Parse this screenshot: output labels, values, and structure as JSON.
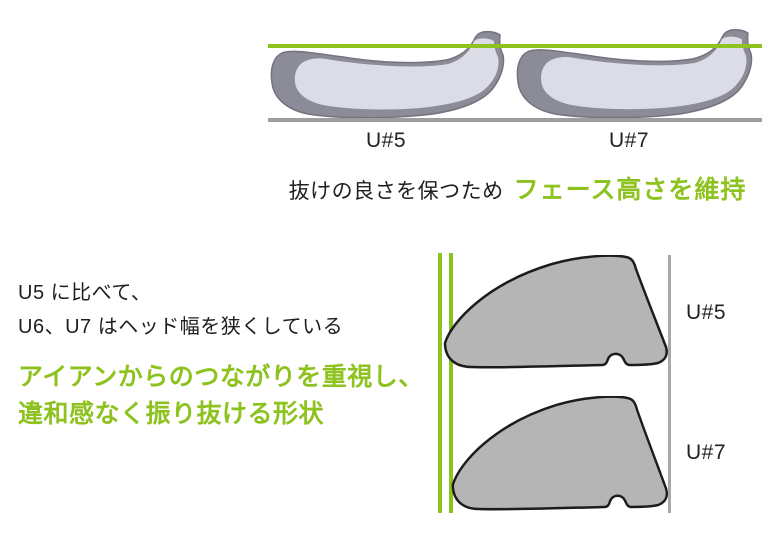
{
  "colors": {
    "accent_green": "#8dc21f",
    "ground_line_gray": "#9e9e9e",
    "side_head_outer": "#8c8c99",
    "side_head_inner": "#dcdce6",
    "top_head_fill": "#b5b5b5",
    "top_head_outline": "#1c1c1c",
    "text_black": "#1f1f1f"
  },
  "face_height_diagram": {
    "label_u5": "U#5",
    "label_u7": "U#7",
    "caption_plain": "抜けの良さを保つため",
    "caption_highlight": "フェース高さを維持"
  },
  "head_width_diagram": {
    "note_line1": "U5 に比べて、",
    "note_line2": "U6、U7 はヘッド幅を狭くしている",
    "highlight_line1": "アイアンからのつながりを重視し、",
    "highlight_line2": "違和感なく振り抜ける形状",
    "label_u5": "U#5",
    "label_u7": "U#7"
  }
}
